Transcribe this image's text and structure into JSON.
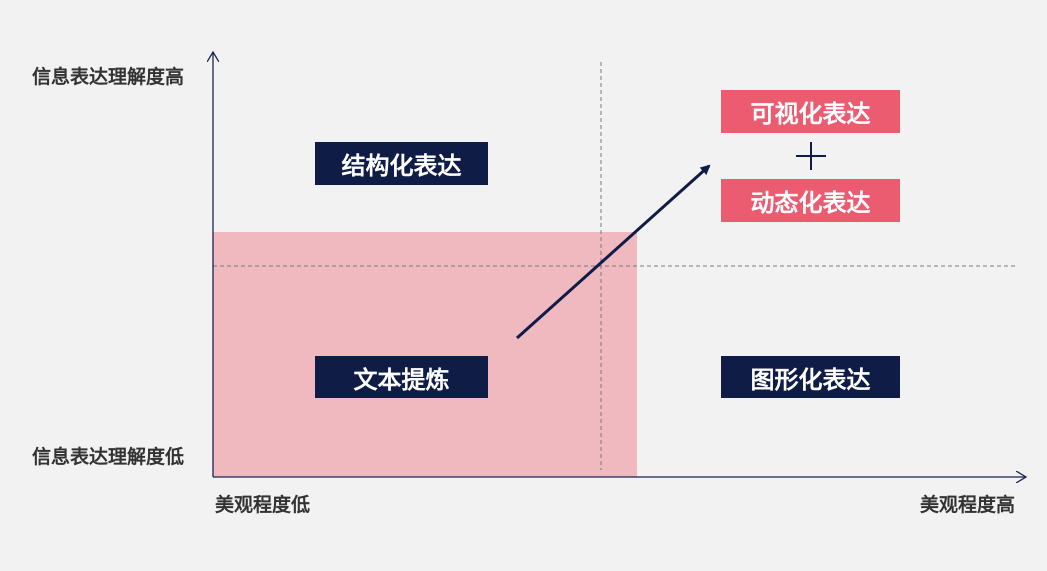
{
  "axes": {
    "y_high_label": "信息表达理解度高",
    "y_low_label": "信息表达理解度低",
    "x_low_label": "美观程度低",
    "x_high_label": "美观程度高"
  },
  "quadrants": {
    "top_left": "结构化表达",
    "bottom_left": "文本提炼",
    "bottom_right": "图形化表达",
    "top_right_a": "可视化表达",
    "top_right_b": "动态化表达"
  },
  "colors": {
    "background": "#f2f2f2",
    "navy": "#0e1c46",
    "red": "#ec5c71",
    "pink_region": "#f0b9c0",
    "axis": "#1a2350"
  },
  "icons": {
    "plus": "plus-icon",
    "arrow": "arrow-icon"
  }
}
